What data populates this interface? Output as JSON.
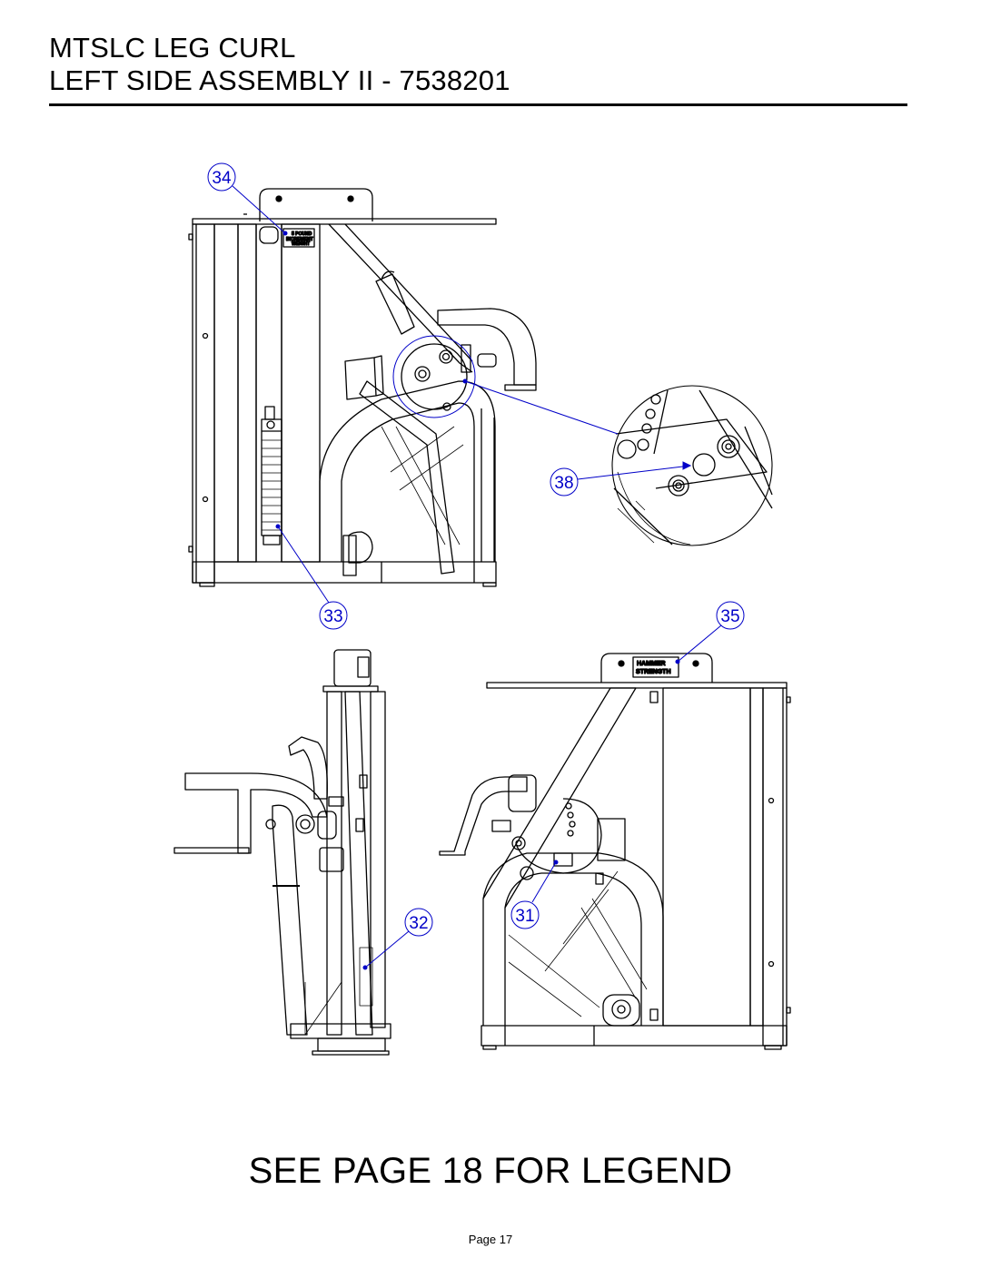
{
  "header": {
    "title_line1": "MTSLC LEG CURL",
    "title_line2": "LEFT SIDE ASSEMBLY II - 7538201"
  },
  "callouts": [
    "34",
    "38",
    "33",
    "35",
    "32",
    "31"
  ],
  "decals": {
    "weight_line1": "5 POUND",
    "weight_line2": "INCREMENT",
    "weight_line3": "WEIGHT",
    "brand_line1": "HAMMER",
    "brand_line2": "STRENGTH"
  },
  "footer": {
    "legend_note": "SEE PAGE 18 FOR LEGEND",
    "page_label": "Page 17"
  },
  "colors": {
    "callout": "#0000c8",
    "line": "#000000"
  }
}
